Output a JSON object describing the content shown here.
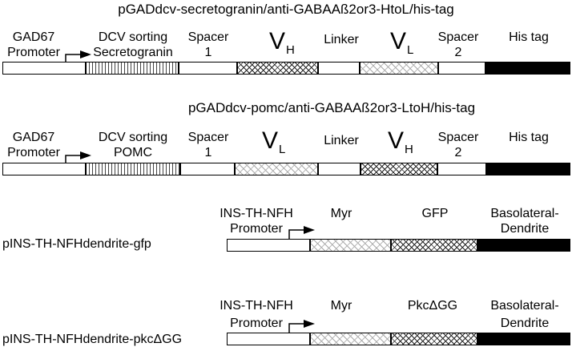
{
  "constructs": [
    {
      "title": "pGADdcv-secretogranin/anti-GABAAß2or3-HtoL/his-tag",
      "labels": {
        "promoter_1": "GAD67",
        "promoter_2": "Promoter",
        "sorting_1": "DCV sorting",
        "sorting_2": "Secretogranin",
        "spacer1_1": "Spacer",
        "spacer1_2": "1",
        "vfirst_letter": "V",
        "vfirst_sub": "H",
        "linker": "Linker",
        "vsecond_letter": "V",
        "vsecond_sub": "L",
        "spacer2_1": "Spacer",
        "spacer2_2": "2",
        "tag": "His tag"
      }
    },
    {
      "title": "pGADdcv-pomc/anti-GABAAß2or3-LtoH/his-tag",
      "labels": {
        "promoter_1": "GAD67",
        "promoter_2": "Promoter",
        "sorting_1": "DCV sorting",
        "sorting_2": "POMC",
        "spacer1_1": "Spacer",
        "spacer1_2": "1",
        "vfirst_letter": "V",
        "vfirst_sub": "L",
        "linker": "Linker",
        "vsecond_letter": "V",
        "vsecond_sub": "H",
        "spacer2_1": "Spacer",
        "spacer2_2": "2",
        "tag": "His tag"
      }
    },
    {
      "name": "pINS-TH-NFHdendrite-gfp",
      "labels": {
        "promoter_1": "INS-TH-NFH",
        "promoter_2": "Promoter",
        "myr": "Myr",
        "payload": "GFP",
        "target_1": "Basolateral-",
        "target_2": "Dendrite"
      }
    },
    {
      "name": "pINS-TH-NFHdendrite-pkcΔGG",
      "labels": {
        "promoter_1": "INS-TH-NFH",
        "promoter_2": "Promoter",
        "myr": "Myr",
        "payload": "PkcΔGG",
        "target_1": "Basolateral-",
        "target_2": "Dendrite"
      }
    }
  ]
}
